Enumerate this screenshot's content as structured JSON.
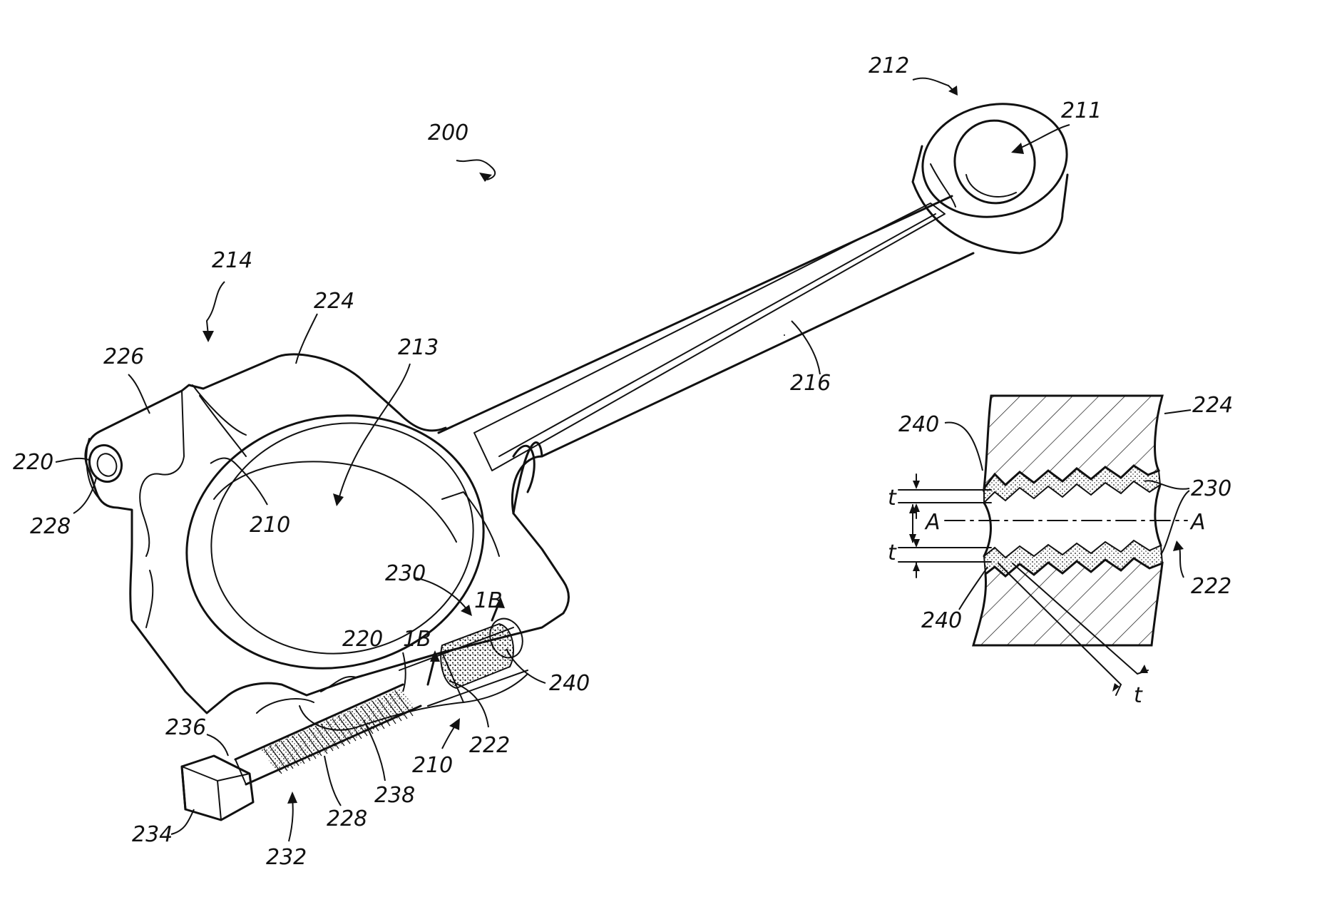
{
  "figure": {
    "labels": {
      "l200": "200",
      "l212": "212",
      "l211": "211",
      "l214": "214",
      "l224": "224",
      "l226": "226",
      "l213": "213",
      "l216": "216",
      "l220a": "220",
      "l228a": "228",
      "l210a": "210",
      "l230": "230",
      "l1Ba": "1B",
      "l220b": "220",
      "l1Bb": "1B",
      "l240": "240",
      "l222": "222",
      "l210b": "210",
      "l236": "236",
      "l238": "238",
      "l228b": "228",
      "l234": "234",
      "l232": "232"
    },
    "detail": {
      "d224": "224",
      "d240a": "240",
      "d230": "230",
      "dA1": "A",
      "dA2": "A",
      "d222": "222",
      "d240b": "240",
      "dt1": "t",
      "dt2": "t",
      "dt3": "t"
    }
  }
}
